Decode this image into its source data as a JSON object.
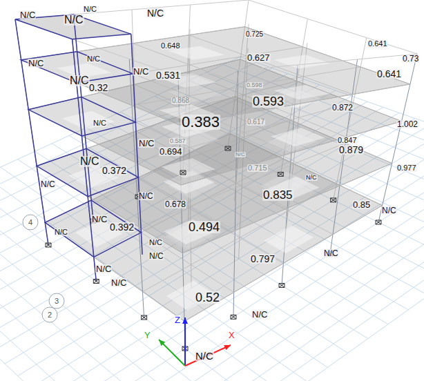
{
  "diagram": {
    "labels": [
      "N/C",
      "N/C",
      "N/C",
      "N/C",
      "0.725",
      "0.648",
      "0.641",
      "0.73",
      "N/C",
      "N/C",
      "N/C",
      "0.531",
      "0.627",
      "0.641",
      "N/C",
      "0.32",
      "0.598",
      "0.868",
      "0.593",
      "0.872",
      "N/C",
      "0.383",
      "0.617",
      "1.002",
      "0.587",
      "0.847",
      "N/C",
      "0.694",
      "0.879",
      "N/C",
      "0.372",
      "N/C",
      "0.715",
      "0.977",
      "N/C",
      "N/C",
      "0.678",
      "0.835",
      "N/C",
      "N/C",
      "0.392",
      "0.494",
      "0.85",
      "N/C",
      "N/C",
      "N/C",
      "N/C",
      "0.797",
      "N/C",
      "N/C",
      "N/C",
      "0.52",
      "N/C",
      "N/C",
      "Z",
      "Y",
      "X",
      "4",
      "3",
      "2"
    ]
  }
}
